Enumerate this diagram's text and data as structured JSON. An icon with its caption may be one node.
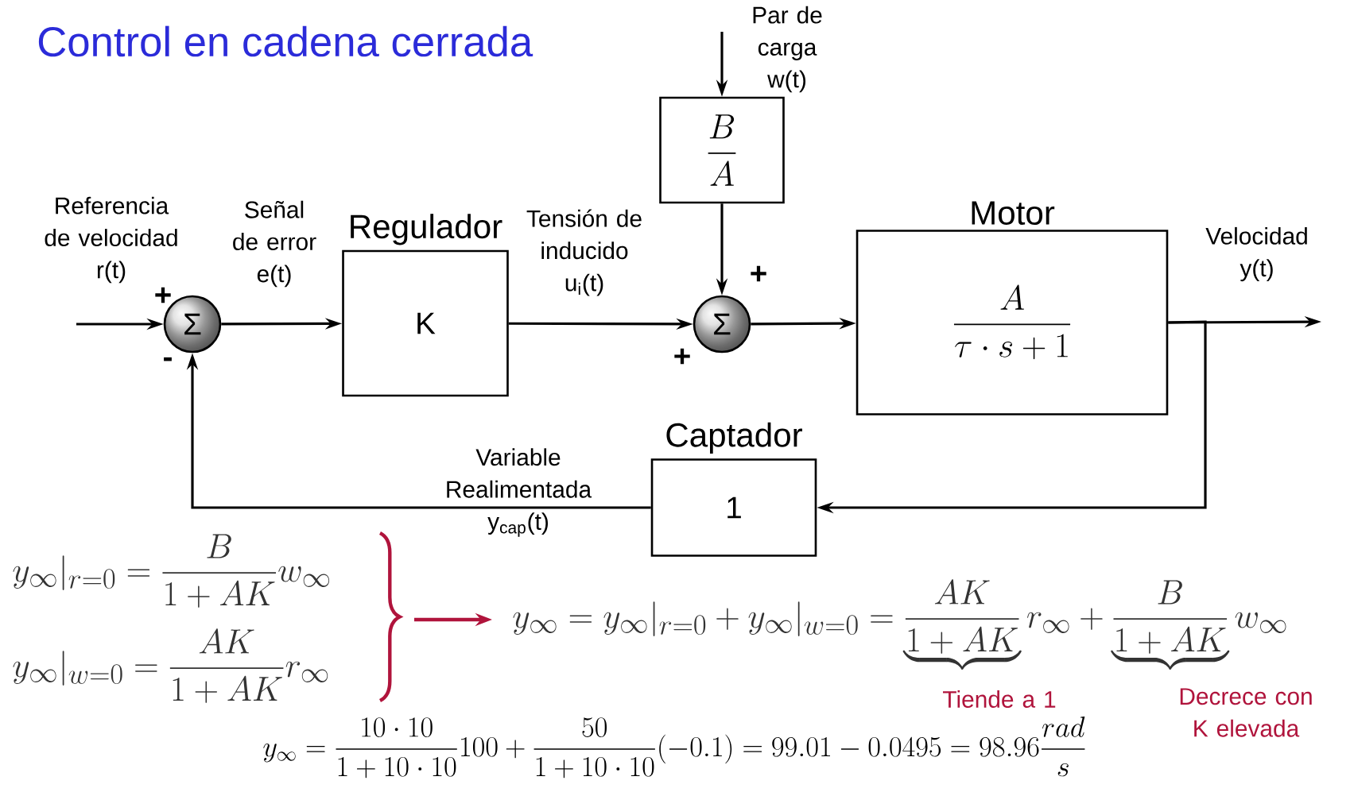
{
  "diagram": {
    "title": "Control en cadena cerrada",
    "nodes": [
      {
        "text": [
          "Σ"
        ]
      },
      {
        "text": [
          "Regulador",
          "K"
        ]
      },
      {
        "text": [
          "\\frac{B}{A}"
        ]
      },
      {
        "text": [
          "Σ"
        ]
      },
      {
        "text": [
          "Motor",
          "\\frac{A}{\\tau\\cdot s+1}"
        ]
      },
      {
        "text": [
          "Captador",
          "1"
        ]
      }
    ],
    "edges": [
      {
        "from": null,
        "to": 0,
        "arrow": "to",
        "label": "Referencia de velocidad r(t)"
      },
      {
        "from": 0,
        "to": 1,
        "arrow": "to",
        "label": "Señal de error e(t)"
      },
      {
        "from": 1,
        "to": 3,
        "arrow": "to",
        "label": "Tensión de inducido u$_{i}$(t)"
      },
      {
        "from": null,
        "to": 2,
        "arrow": "to",
        "label": "Par de carga w(t)"
      },
      {
        "from": 2,
        "to": 3,
        "arrow": "to"
      },
      {
        "from": 3,
        "to": 4,
        "arrow": "to"
      },
      {
        "from": 4,
        "to": null,
        "arrow": "to",
        "label": "Velocidad y(t)"
      },
      {
        "from": 4,
        "to": 5,
        "arrow": "to"
      },
      {
        "from": 5,
        "to": 0,
        "arrow": "to",
        "label": "Variable Realimentada y$_{cap}$(t)"
      }
    ],
    "labels": [
      "+",
      "-",
      "+",
      "+",
      "y_\\infty|_{r=0} = \\frac{B}{1+AK}w_\\infty",
      "y_\\infty|_{w=0} = \\frac{AK}{1+AK}r_\\infty",
      "y_\\infty = y_\\infty|_{r=0} + y_\\infty|_{w=0} = \\underbrace{\\frac{AK}{1+AK}}r_\\infty + \\underbrace{\\frac{B}{1+AK}}w_\\infty",
      "Tiende a 1",
      "Decrece con K elevada",
      "y_\\infty = \\frac{10\\cdot 10}{1+10\\cdot 10}100+\\frac{50}{1+10\\cdot 10}(-0.1) = 99.01-0.0495 = 98.96\\frac{rad}{s}"
    ]
  }
}
